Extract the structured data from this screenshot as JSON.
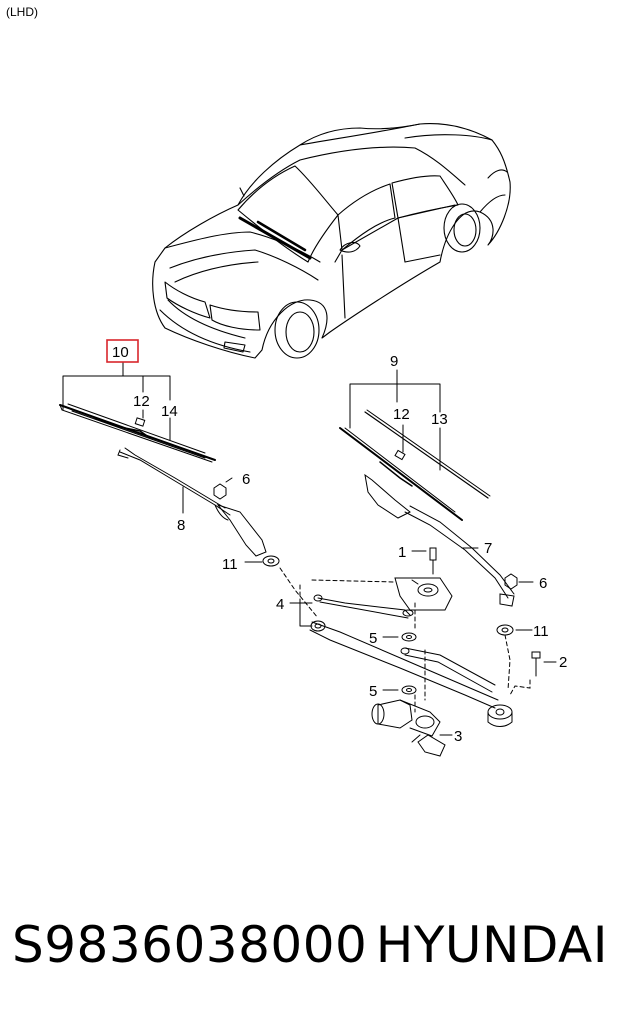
{
  "diagram": {
    "variant_label": "(LHD)",
    "highlight_color": "#d9262c",
    "callouts": {
      "c10": "10",
      "c12a": "12",
      "c14": "14",
      "c6a": "6",
      "c8": "8",
      "c11a": "11",
      "c4": "4",
      "c9": "9",
      "c12b": "12",
      "c13": "13",
      "c1": "1",
      "c7": "7",
      "c6b": "6",
      "c11b": "11",
      "c5a": "5",
      "c2": "2",
      "c5b": "5",
      "c3": "3"
    }
  },
  "footer": {
    "part_number": "S9836038000",
    "brand": "HYUNDAI"
  }
}
